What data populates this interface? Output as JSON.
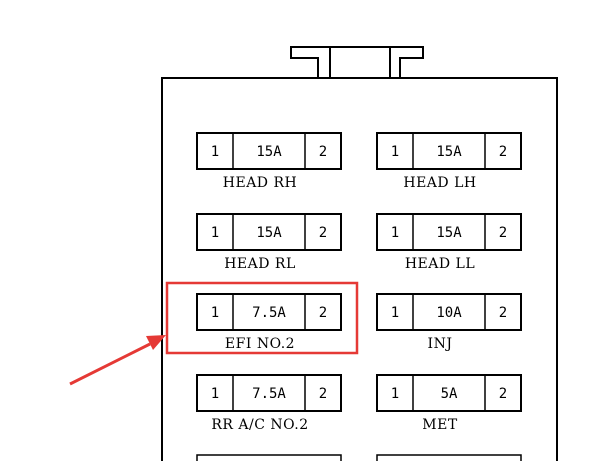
{
  "fuse_box": {
    "colors": {
      "line": "#000000",
      "highlight": "#e53935",
      "arrow": "#e53935",
      "background": "#ffffff"
    },
    "fuses": [
      {
        "id": "head-rh",
        "left": "1",
        "rating": "15A",
        "right": "2",
        "label": "HEAD RH"
      },
      {
        "id": "head-lh",
        "left": "1",
        "rating": "15A",
        "right": "2",
        "label": "HEAD LH"
      },
      {
        "id": "head-rl",
        "left": "1",
        "rating": "15A",
        "right": "2",
        "label": "HEAD RL"
      },
      {
        "id": "head-ll",
        "left": "1",
        "rating": "15A",
        "right": "2",
        "label": "HEAD LL"
      },
      {
        "id": "efi-no2",
        "left": "1",
        "rating": "7.5A",
        "right": "2",
        "label": "EFI NO.2",
        "highlighted": true
      },
      {
        "id": "inj",
        "left": "1",
        "rating": "10A",
        "right": "2",
        "label": "INJ"
      },
      {
        "id": "rr-ac-no2",
        "left": "1",
        "rating": "7.5A",
        "right": "2",
        "label": "RR A/C NO.2"
      },
      {
        "id": "met",
        "left": "1",
        "rating": "5A",
        "right": "2",
        "label": "MET"
      }
    ]
  }
}
